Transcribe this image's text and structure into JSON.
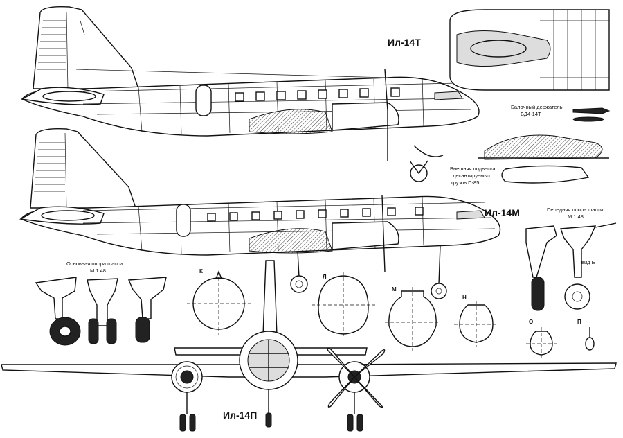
{
  "labels": {
    "il14t": "Ил-14Т",
    "il14m": "Ил-14М",
    "il14p": "Ил-14П",
    "bomb_holder_l1": "Балочный держатель",
    "bomb_holder_l2": "БД4-14Т",
    "ext_susp_l1": "Внешняя подвеска",
    "ext_susp_l2": "десантируемых",
    "ext_susp_l3": "грузов П-85",
    "nose_gear_l1": "Передняя опора шасси",
    "nose_gear_l2": "М 1:48",
    "main_gear_l1": "Основная опора шасси",
    "main_gear_l2": "М 1:48",
    "view_b": "вид Б"
  },
  "sections": [
    "К",
    "Л",
    "М",
    "Н",
    "О",
    "П"
  ],
  "colors": {
    "ink": "#111111",
    "paper": "#ffffff"
  }
}
